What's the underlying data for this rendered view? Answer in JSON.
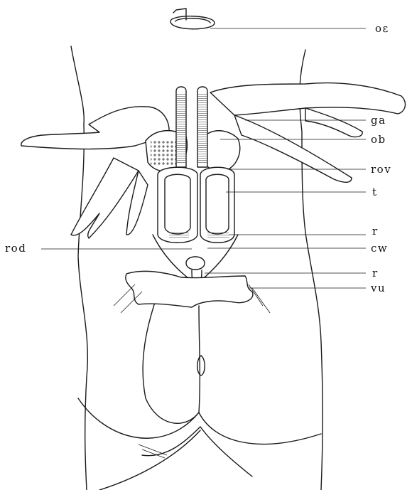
{
  "figure": {
    "labels": [
      {
        "key": "oe",
        "text": "oε"
      },
      {
        "key": "ga",
        "text": "ga"
      },
      {
        "key": "ob",
        "text": "ob"
      },
      {
        "key": "rov",
        "text": "rov"
      },
      {
        "key": "t",
        "text": "t"
      },
      {
        "key": "r1",
        "text": "r"
      },
      {
        "key": "rod",
        "text": "rod"
      },
      {
        "key": "cw",
        "text": "cw"
      },
      {
        "key": "r2",
        "text": "r"
      },
      {
        "key": "vu",
        "text": "vu"
      }
    ]
  }
}
